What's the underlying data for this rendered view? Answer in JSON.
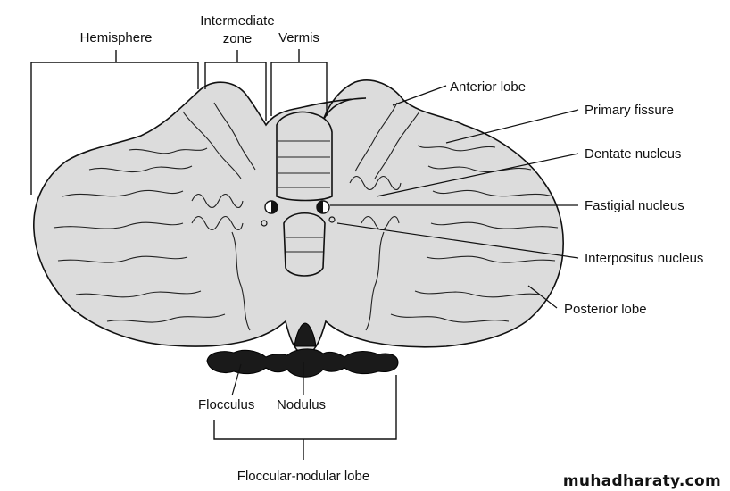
{
  "labels": {
    "hemisphere": "Hemisphere",
    "intermediate_line1": "Intermediate",
    "intermediate_line2": "zone",
    "vermis": "Vermis",
    "anterior_lobe": "Anterior lobe",
    "primary_fissure": "Primary fissure",
    "dentate_nucleus": "Dentate nucleus",
    "fastigial_nucleus": "Fastigial nucleus",
    "interpositus_nucleus": "Interpositus nucleus",
    "posterior_lobe": "Posterior lobe",
    "flocculus": "Flocculus",
    "nodulus": "Nodulus",
    "floccular_nodular_lobe": "Floccular-nodular lobe"
  },
  "watermark": "muhadharaty.com",
  "colors": {
    "tissue": "#dcdcdc",
    "outline": "#111111",
    "flocculonodular": "#1a1a1a",
    "background": "#ffffff"
  }
}
